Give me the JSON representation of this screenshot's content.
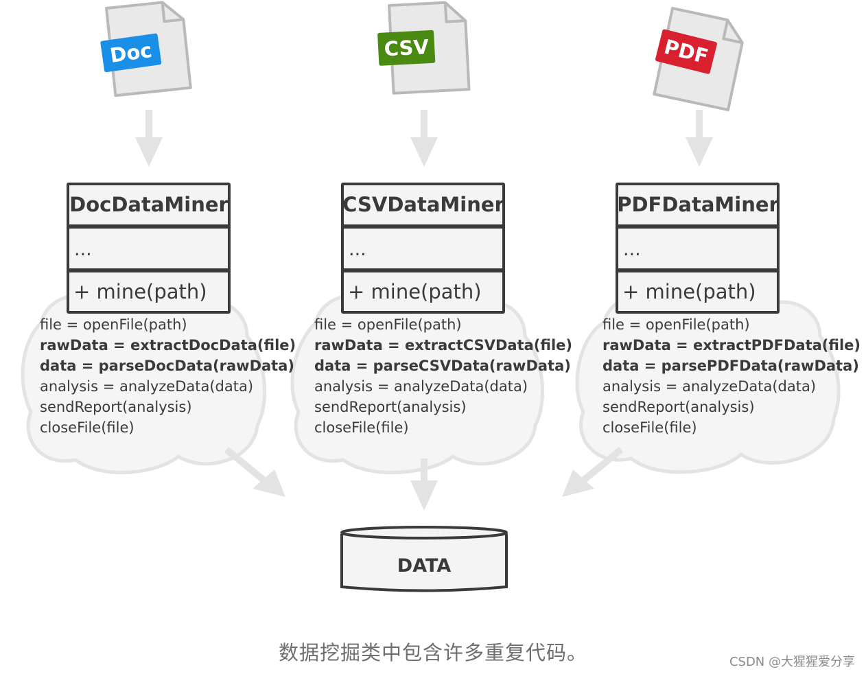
{
  "files": [
    {
      "id": "doc",
      "tag": "Doc",
      "color": "#1a8fe8"
    },
    {
      "id": "csv",
      "tag": "CSV",
      "color": "#4b8a12"
    },
    {
      "id": "pdf",
      "tag": "PDF",
      "color": "#d8202e"
    }
  ],
  "miners": [
    {
      "id": "doc",
      "class_name": "DocDataMiner",
      "fields": "...",
      "method": "+ mine(path)",
      "code": [
        {
          "text": "file = openFile(path)",
          "bold": false
        },
        {
          "text": "rawData = extractDocData(file)",
          "bold": true
        },
        {
          "text": "data = parseDocData(rawData)",
          "bold": true
        },
        {
          "text": "analysis = analyzeData(data)",
          "bold": false
        },
        {
          "text": "sendReport(analysis)",
          "bold": false
        },
        {
          "text": "closeFile(file)",
          "bold": false
        }
      ]
    },
    {
      "id": "csv",
      "class_name": "CSVDataMiner",
      "fields": "...",
      "method": "+ mine(path)",
      "code": [
        {
          "text": "file = openFile(path)",
          "bold": false
        },
        {
          "text": "rawData = extractCSVData(file)",
          "bold": true
        },
        {
          "text": "data = parseCSVData(rawData)",
          "bold": true
        },
        {
          "text": "analysis = analyzeData(data)",
          "bold": false
        },
        {
          "text": "sendReport(analysis)",
          "bold": false
        },
        {
          "text": "closeFile(file)",
          "bold": false
        }
      ]
    },
    {
      "id": "pdf",
      "class_name": "PDFDataMiner",
      "fields": "...",
      "method": "+ mine(path)",
      "code": [
        {
          "text": "file = openFile(path)",
          "bold": false
        },
        {
          "text": "rawData = extractPDFData(file)",
          "bold": true
        },
        {
          "text": "data = parsePDFData(rawData)",
          "bold": true
        },
        {
          "text": "analysis = analyzeData(data)",
          "bold": false
        },
        {
          "text": "sendReport(analysis)",
          "bold": false
        },
        {
          "text": "closeFile(file)",
          "bold": false
        }
      ]
    }
  ],
  "database": {
    "label": "DATA"
  },
  "caption": "数据挖掘类中包含许多重复代码。",
  "watermark": "CSDN @大猩猩爱分享",
  "colors": {
    "stroke": "#3a3a3a",
    "box_fill": "#f4f4f4",
    "arrow": "#e3e3e3",
    "cloud_fill": "#f5f5f5",
    "cloud_stroke": "#e3e3e3"
  }
}
